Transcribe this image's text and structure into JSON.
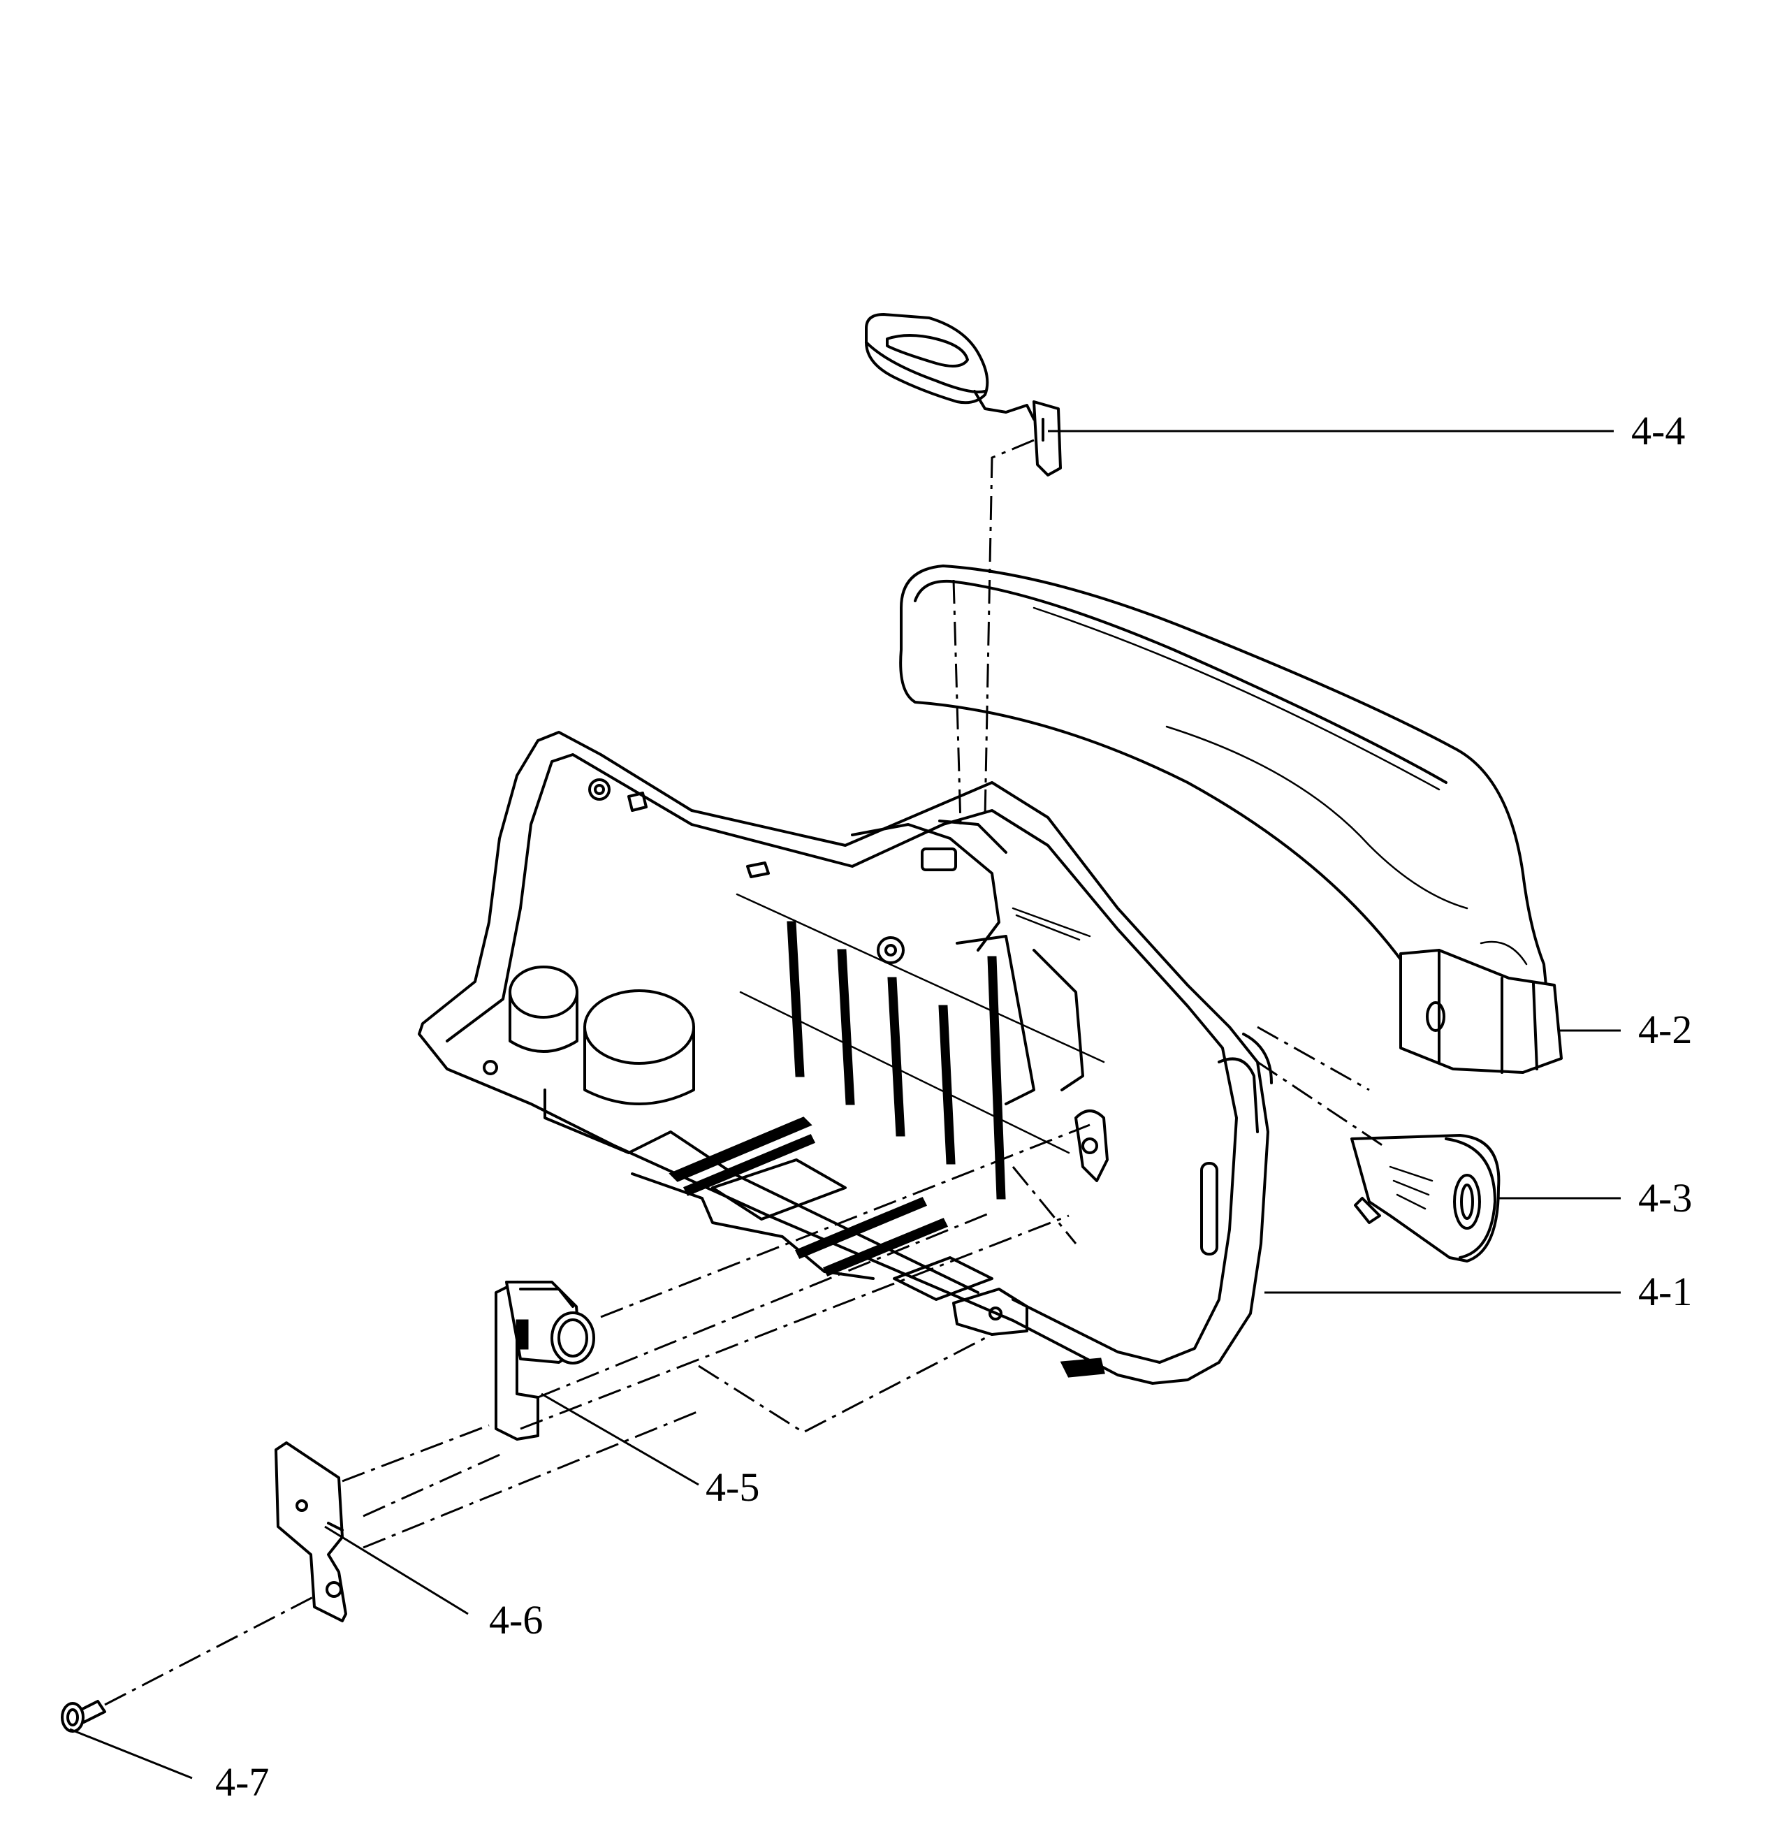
{
  "diagram": {
    "callouts": [
      {
        "id": "c44",
        "text": "4-4"
      },
      {
        "id": "c42",
        "text": "4-2"
      },
      {
        "id": "c43",
        "text": "4-3"
      },
      {
        "id": "c41",
        "text": "4-1"
      },
      {
        "id": "c45",
        "text": "4-5"
      },
      {
        "id": "c46",
        "text": "4-6"
      },
      {
        "id": "c47",
        "text": "4-7"
      }
    ],
    "parts": [
      {
        "callout": "4-1",
        "depicts": "rear housing cover"
      },
      {
        "callout": "4-2",
        "depicts": "hand strap / grip"
      },
      {
        "callout": "4-3",
        "depicts": "strap buckle"
      },
      {
        "callout": "4-4",
        "depicts": "strap end clip"
      },
      {
        "callout": "4-5",
        "depicts": "push button switch"
      },
      {
        "callout": "4-6",
        "depicts": "mounting bracket"
      },
      {
        "callout": "4-7",
        "depicts": "screw"
      }
    ]
  }
}
